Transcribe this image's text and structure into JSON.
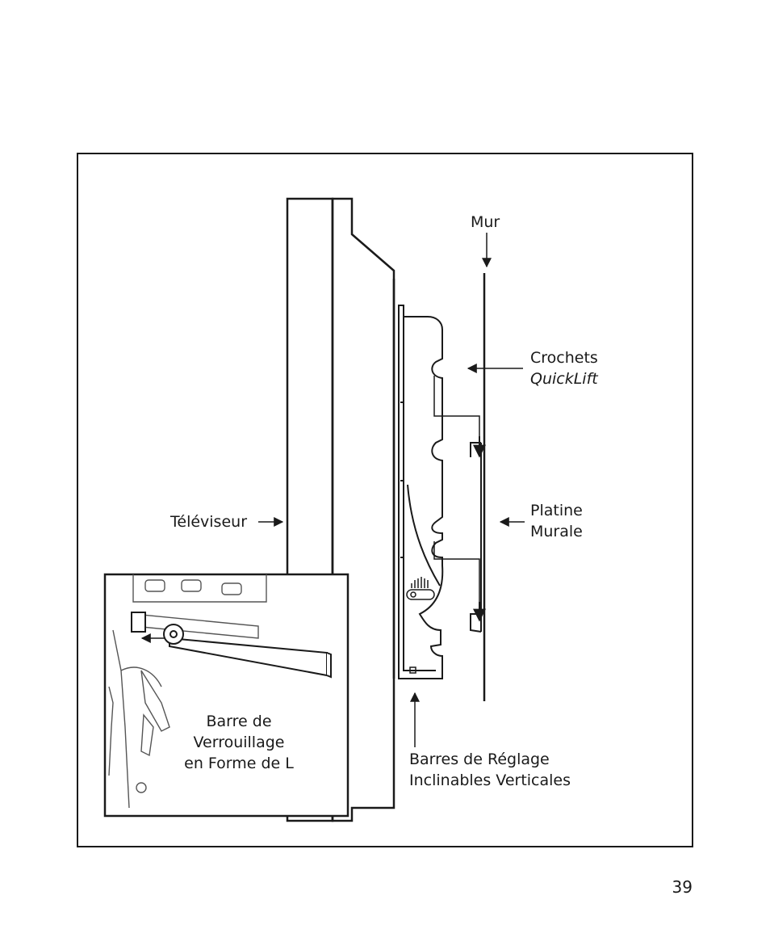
{
  "labels": {
    "wall": "Mur",
    "hooks_line1": "Crochets",
    "hooks_line2": "QuickLift",
    "plate_line1": "Platine",
    "plate_line2": "Murale",
    "tv": "Téléviseur",
    "lockbar_line1": "Barre de",
    "lockbar_line2": "Verrouillage",
    "lockbar_line3": "en Forme de L",
    "tiltbars_line1": "Barres de Réglage",
    "tiltbars_line2": "Inclinables Verticales"
  },
  "page_number": "39"
}
